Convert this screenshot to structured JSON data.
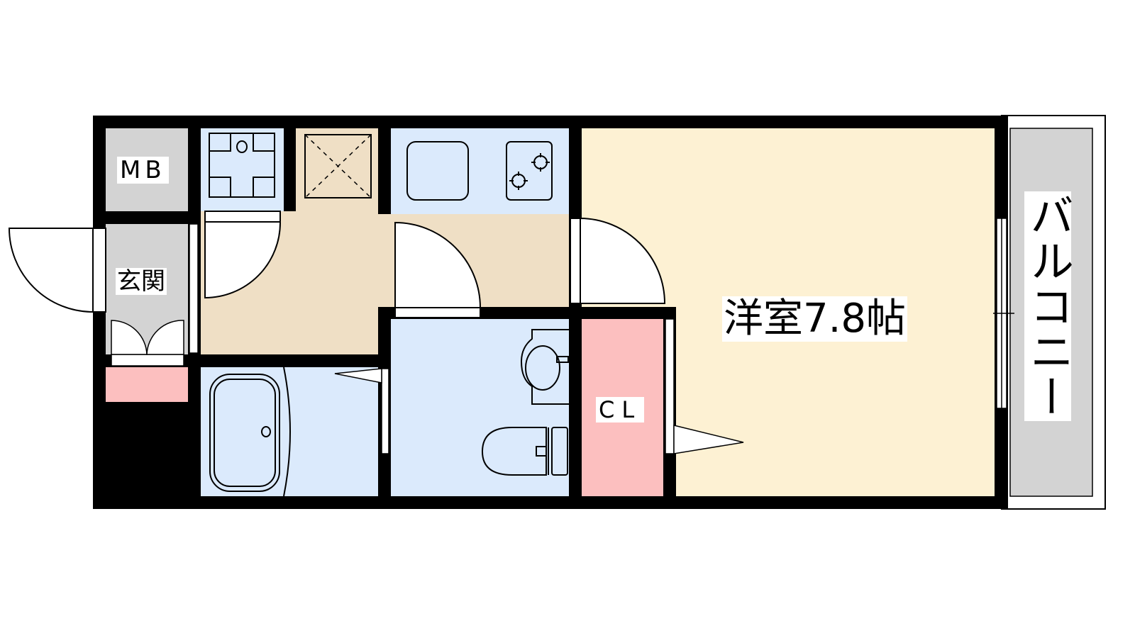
{
  "floor_plan": {
    "rooms": {
      "meter_box": "MB",
      "entrance": "玄関",
      "western_room": "洋室7.8帖",
      "closet": "CL",
      "balcony": "バルコニー"
    },
    "colors": {
      "wall": "#000000",
      "gray_room": "#d3d3d3",
      "wet_area": "#dbeafc",
      "hallway": "#efdfc5",
      "western_room": "#fdf1d3",
      "storage": "#fcbfbf",
      "balcony": "#d3d3d3"
    }
  }
}
